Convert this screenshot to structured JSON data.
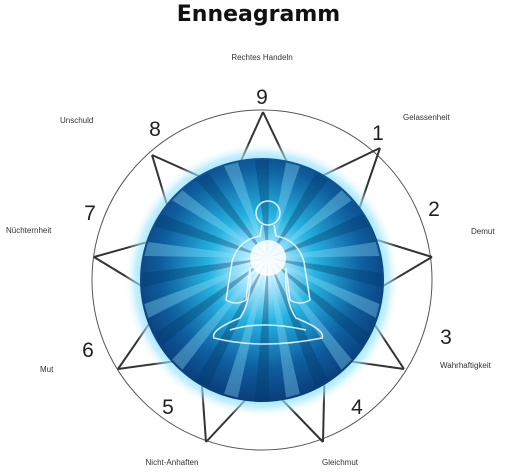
{
  "title": "Enneagramm",
  "points": [
    {
      "number": "9",
      "label": "Rechtes Handeln"
    },
    {
      "number": "1",
      "label": "Gelassenheit"
    },
    {
      "number": "2",
      "label": "Demut"
    },
    {
      "number": "3",
      "label": "Wahrhaftigkeit"
    },
    {
      "number": "4",
      "label": "Gleichmut"
    },
    {
      "number": "5",
      "label": "Nicht-Anhaften"
    },
    {
      "number": "6",
      "label": "Mut"
    },
    {
      "number": "7",
      "label": "Nüchternheit"
    },
    {
      "number": "8",
      "label": "Unschuld"
    }
  ],
  "colors": {
    "outline": "#333333",
    "circle": "#555555",
    "glow_core": "#dff6ff",
    "glow_mid": "#19a7d8",
    "glow_edge": "#0b3c7a"
  },
  "icon": "meditating-figure-icon"
}
